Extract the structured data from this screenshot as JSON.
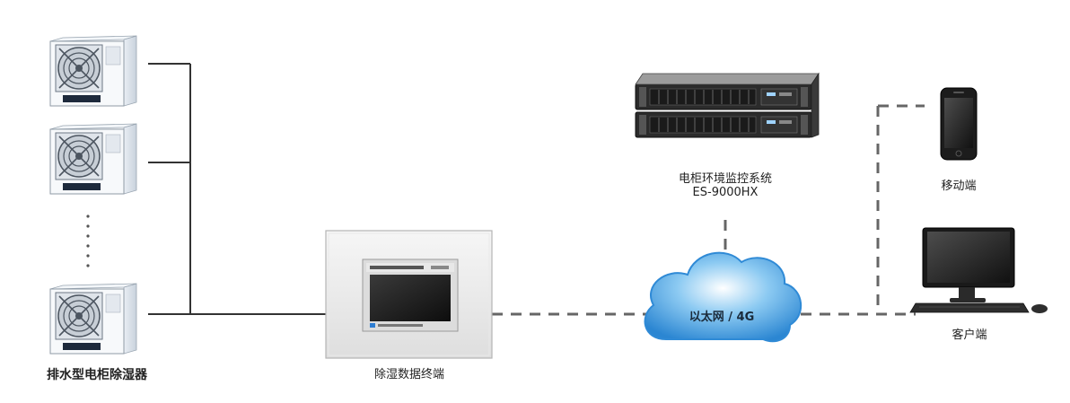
{
  "labels": {
    "dehumidifier": "排水型电柜除湿器",
    "terminal": "除湿数据终端",
    "system_name": "电柜环境监控系统",
    "system_model": "ES-9000HX",
    "network": "以太网 / 4G",
    "mobile": "移动端",
    "client": "客户端"
  },
  "colors": {
    "solid_line": "#333333",
    "dashed_line": "#666666",
    "cloud": "#3d9ee0",
    "device_dark": "#1b2a44"
  },
  "icons": {
    "dehumidifier": "dehumidifier-unit-icon",
    "terminal": "touch-panel-terminal-icon",
    "server": "rack-server-icon",
    "cloud": "network-cloud-icon",
    "phone": "smartphone-icon",
    "computer": "desktop-computer-icon"
  }
}
